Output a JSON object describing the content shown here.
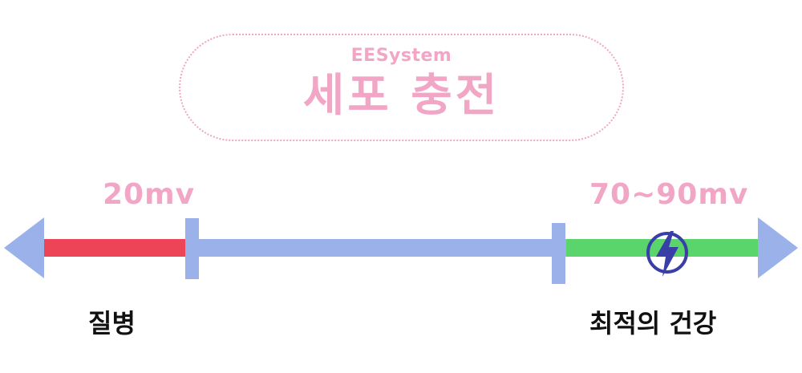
{
  "header": {
    "brand": "EESystem",
    "title": "세포 충전"
  },
  "scale": {
    "left_value": "20mv",
    "right_value": "70~90mv",
    "left_state": "질병",
    "right_state": "최적의 건강"
  },
  "colors": {
    "accent_pink": "#f2a6c6",
    "bar_blue": "#9ab1ea",
    "disease_red": "#ee4457",
    "health_green": "#5ad56c",
    "bolt_blue": "#3a3fa8"
  },
  "icons": {
    "bolt": "lightning-bolt-icon"
  }
}
